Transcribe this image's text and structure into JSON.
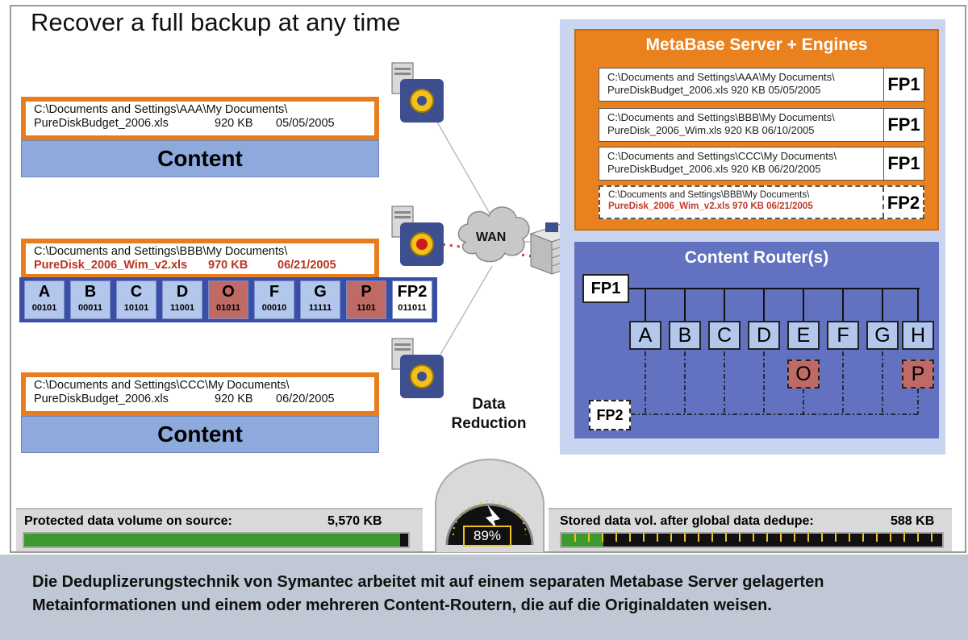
{
  "title": "Recover a full backup at any time",
  "left_files": [
    {
      "path": "C:\\Documents and Settings\\AAA\\My  Documents\\",
      "name": "PureDiskBudget_2006.xls",
      "size": "920 KB",
      "date": "05/05/2005",
      "content_label": "Content"
    },
    {
      "path": "C:\\Documents and Settings\\BBB\\My  Documents\\",
      "name": "PureDisk_2006_Wim_v2.xls",
      "size": "970 KB",
      "date": "06/21/2005"
    },
    {
      "path": "C:\\Documents and Settings\\CCC\\My  Documents\\",
      "name": "PureDiskBudget_2006.xls",
      "size": "920 KB",
      "date": "06/20/2005",
      "content_label": "Content"
    }
  ],
  "chunks": [
    {
      "name": "A",
      "code": "00101",
      "highlight": false
    },
    {
      "name": "B",
      "code": "00011",
      "highlight": false
    },
    {
      "name": "C",
      "code": "10101",
      "highlight": false
    },
    {
      "name": "D",
      "code": "11001",
      "highlight": false
    },
    {
      "name": "O",
      "code": "01011",
      "highlight": true
    },
    {
      "name": "F",
      "code": "00010",
      "highlight": false
    },
    {
      "name": "G",
      "code": "11111",
      "highlight": false
    },
    {
      "name": "P",
      "code": "1101",
      "highlight": true
    },
    {
      "name": "FP2",
      "code": "011011",
      "highlight": false
    }
  ],
  "wan_label": "WAN",
  "data_reduction_label": "Data Reduction",
  "metabase": {
    "title": "MetaBase Server + Engines",
    "rows": [
      {
        "line1": "C:\\Documents and Settings\\AAA\\My Documents\\",
        "line2": "PureDiskBudget_2006.xls    920 KB   05/05/2005",
        "fp": "FP1"
      },
      {
        "line1": "C:\\Documents and Settings\\BBB\\My Documents\\",
        "line2": "PureDisk_2006_Wim.xls  920 KB  06/10/2005",
        "fp": "FP1"
      },
      {
        "line1": "C:\\Documents and Settings\\CCC\\My Documents\\",
        "line2": "PureDiskBudget_2006.xls 920 KB  06/20/2005",
        "fp": "FP1"
      },
      {
        "line1": "C:\\Documents and Settings\\BBB\\My Documents\\",
        "line2": "PureDisk_2006_Wim_v2.xls 970 KB  06/21/2005",
        "fp": "FP2"
      }
    ]
  },
  "router": {
    "title": "Content Router(s)",
    "fp1": "FP1",
    "fp2": "FP2",
    "chunks": [
      "A",
      "B",
      "C",
      "D",
      "E",
      "F",
      "G",
      "H"
    ],
    "extra_chunks": [
      "O",
      "P"
    ]
  },
  "gauge": {
    "percent_label": "89%",
    "percent": 89,
    "left_label": "Protected data volume on source:",
    "left_value": "5,570 KB",
    "left_fill_fraction": 0.98,
    "right_label": "Stored data vol. after global data dedupe:",
    "right_value": "588 KB",
    "right_fill_fraction": 0.11
  },
  "caption": "Die Deduplizerungstechnik von Symantec arbeitet mit auf einem separaten Metabase Server gelagerten Metainformationen und einem oder mehreren Content-Routern, die auf die Originaldaten weisen.",
  "colors": {
    "orange": "#e9821e",
    "blue_dark": "#3a4ea6",
    "router_blue": "#6272c0",
    "chunk_blue": "#b3c6ec",
    "chunk_red": "#c06a66",
    "green": "#3d9a2e"
  }
}
